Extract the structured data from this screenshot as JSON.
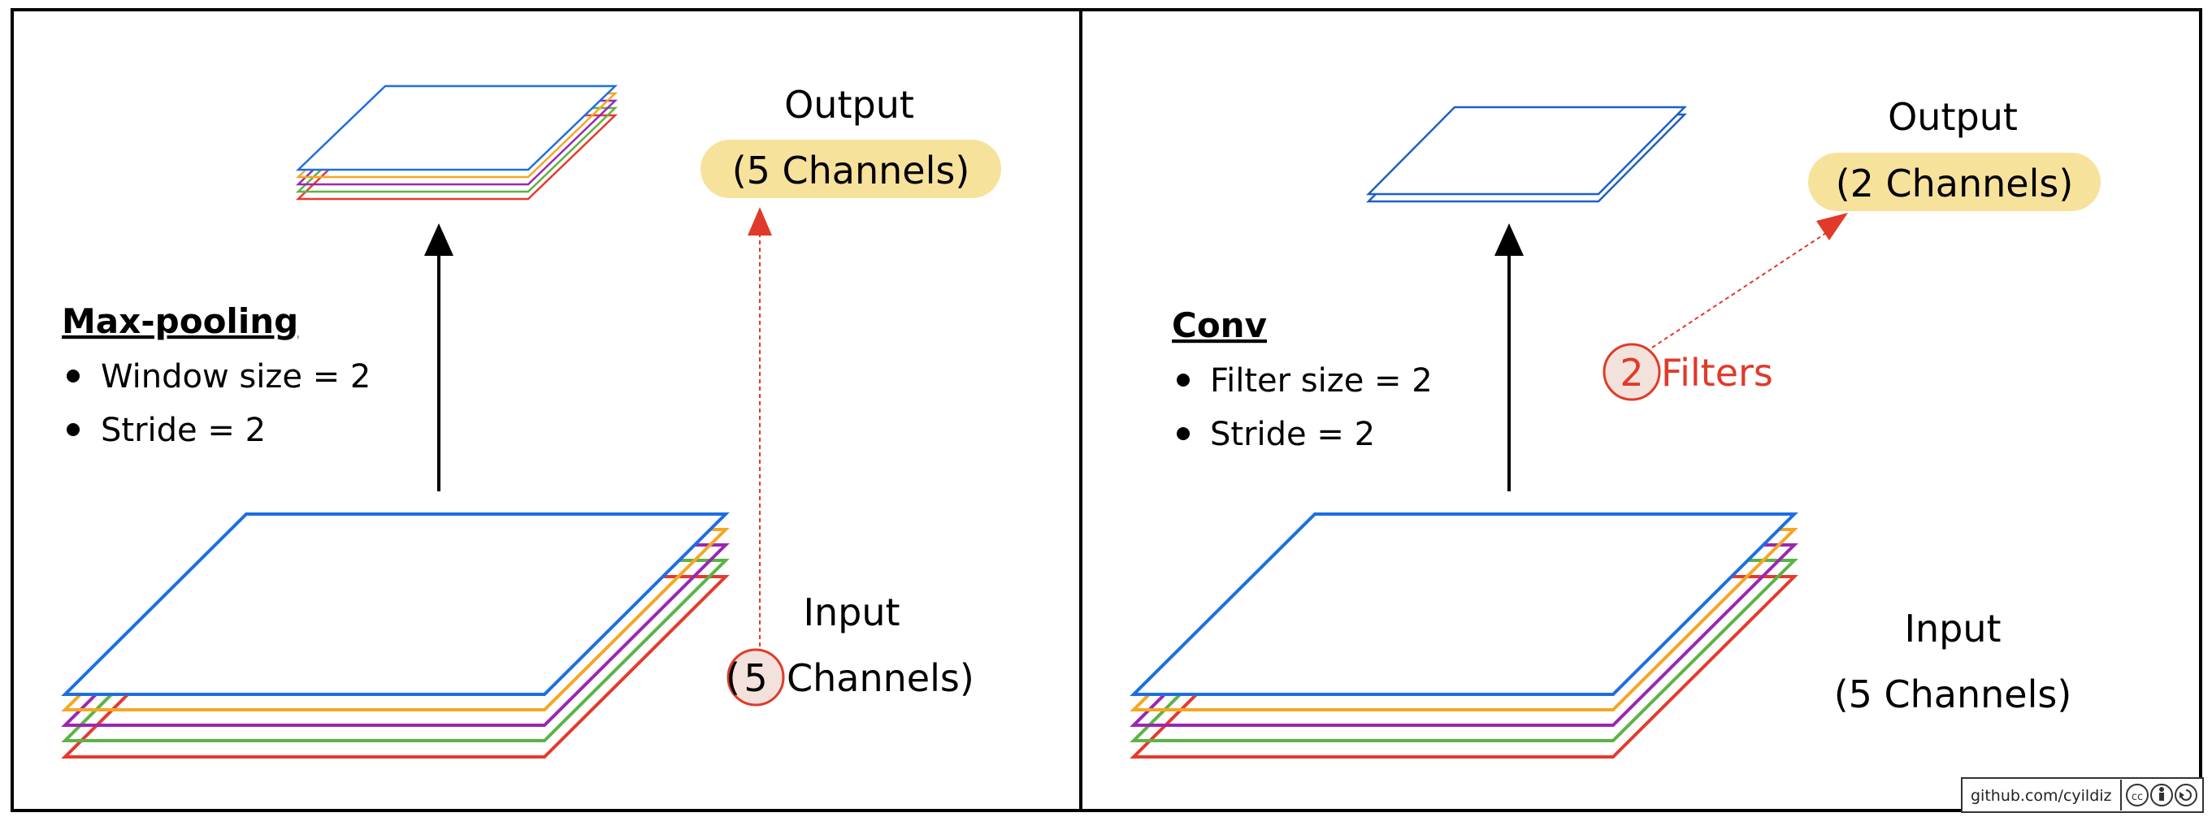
{
  "left_panel": {
    "output_label": "Output",
    "output_channels": "(5 Channels)",
    "operation_title": "Max-pooling",
    "bullets": [
      "Window size = 2",
      "Stride = 2"
    ],
    "input_label": "Input",
    "input_count": "5",
    "input_channels_rest": "Channels)",
    "input_open_paren": "("
  },
  "right_panel": {
    "output_label": "Output",
    "output_channels": "(2 Channels)",
    "operation_title": "Conv",
    "bullets": [
      "Filter size = 2",
      "Stride = 2"
    ],
    "filter_count": "2",
    "filter_label": "Filters",
    "input_label": "Input",
    "input_channels": "(5 Channels)"
  },
  "credit": {
    "text": "github.com/cyildiz",
    "license_icons": [
      "cc-icon",
      "by-icon",
      "sa-icon"
    ]
  },
  "colors": {
    "channel_colors": [
      "#e53a2c",
      "#5cb346",
      "#9b27b0",
      "#f5a623",
      "#1d6fe0"
    ],
    "highlight": "#f7e29c",
    "accent_red": "#e03a2a",
    "filter_circle_fill": "#f3e2dc"
  }
}
